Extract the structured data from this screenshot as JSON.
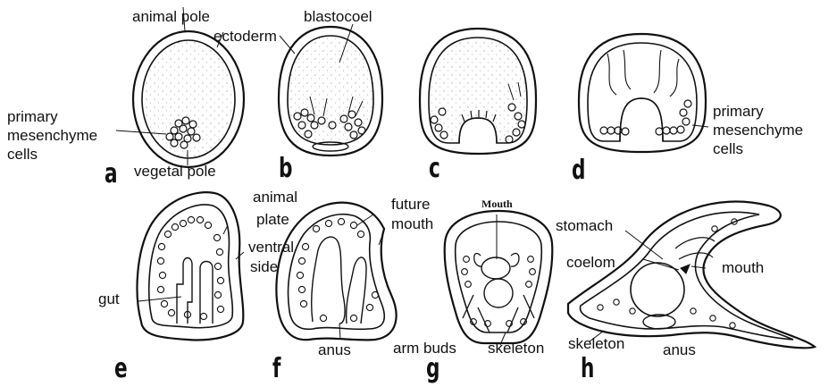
{
  "labels": {
    "animal_pole": "animal pole",
    "blastocoel": "blastocoel",
    "ectoderm": "ectoderm",
    "primary": "primary",
    "mesenchyme": "mesenchyme",
    "cells": "cells",
    "vegetal_pole": "vegetal pole",
    "primary_d": "primary",
    "mesenchyme_d": "mesenchyme",
    "cells_d": "cells",
    "animal": "animal",
    "plate": "plate",
    "ventral": "ventral",
    "side": "side",
    "gut": "gut",
    "future": "future",
    "mouth_f": "mouth",
    "anus_f": "anus",
    "mouth_g": "Mouth",
    "arm_buds": "arm buds",
    "skeleton_g": "skeleton",
    "stomach": "stomach",
    "coelom": "coelom",
    "mouth_h": "mouth",
    "skeleton_h": "skeleton",
    "anus_h": "anus"
  },
  "panels": [
    "a",
    "b",
    "c",
    "d",
    "e",
    "f",
    "g",
    "h"
  ],
  "colors": {
    "ink": "#111111",
    "background": "#ffffff",
    "stipple": "#888888"
  }
}
